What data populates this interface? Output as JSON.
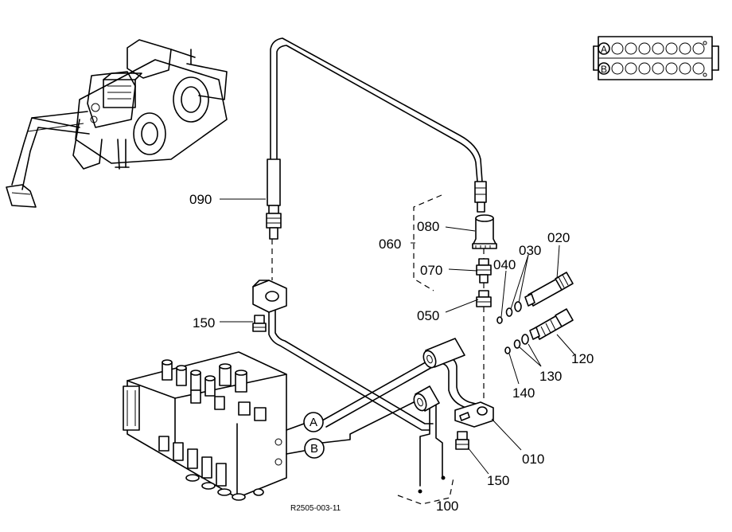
{
  "diagram": {
    "parts": {
      "p010": "010",
      "p020": "020",
      "p030": "030",
      "p040": "040",
      "p050": "050",
      "p060": "060",
      "p070": "070",
      "p080": "080",
      "p090": "090",
      "p100": "100",
      "p120": "120",
      "p130": "130",
      "p140": "140",
      "p150a": "150",
      "p150b": "150"
    },
    "ports": {
      "a": "A",
      "b": "B"
    },
    "reference": "R2505-003-11"
  }
}
